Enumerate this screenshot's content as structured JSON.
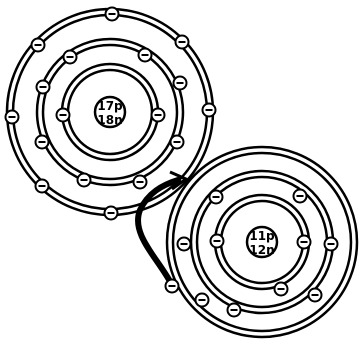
{
  "atom_left": {
    "protons": "17p",
    "neutrons": "18n",
    "shell_counts": [
      2,
      8,
      7
    ]
  },
  "atom_right": {
    "protons": "11p",
    "neutrons": "12n",
    "shell_counts": [
      2,
      8,
      1
    ]
  },
  "electron_symbol": "⊖",
  "colors": {
    "stroke": "#000000",
    "fill": "#ffffff"
  }
}
